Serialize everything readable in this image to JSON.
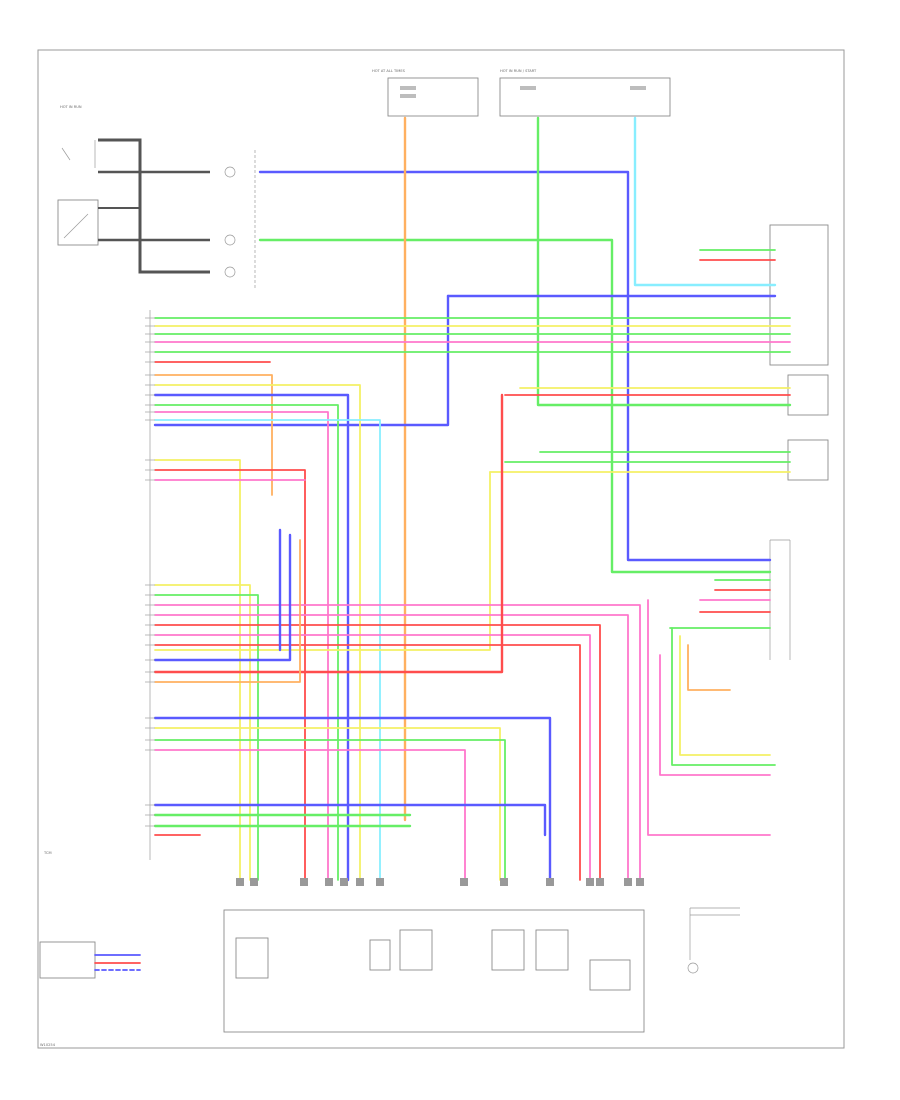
{
  "colors": {
    "blue": "#5a5aff",
    "green": "#66ee66",
    "red": "#ff4d4d",
    "pink": "#ff77cc",
    "yellow": "#f4f066",
    "orange": "#ffb060",
    "cyan": "#88eeff",
    "gray": "#7a7a7a",
    "frame": "#9a9a9a"
  },
  "labels": {
    "top_left_switch": "HOT IN RUN",
    "top_fuse_a": "HOT AT ALL TIMES",
    "top_fuse_b": "HOT IN RUN / START",
    "tcm": "TCM",
    "footer_code": "W10254"
  }
}
